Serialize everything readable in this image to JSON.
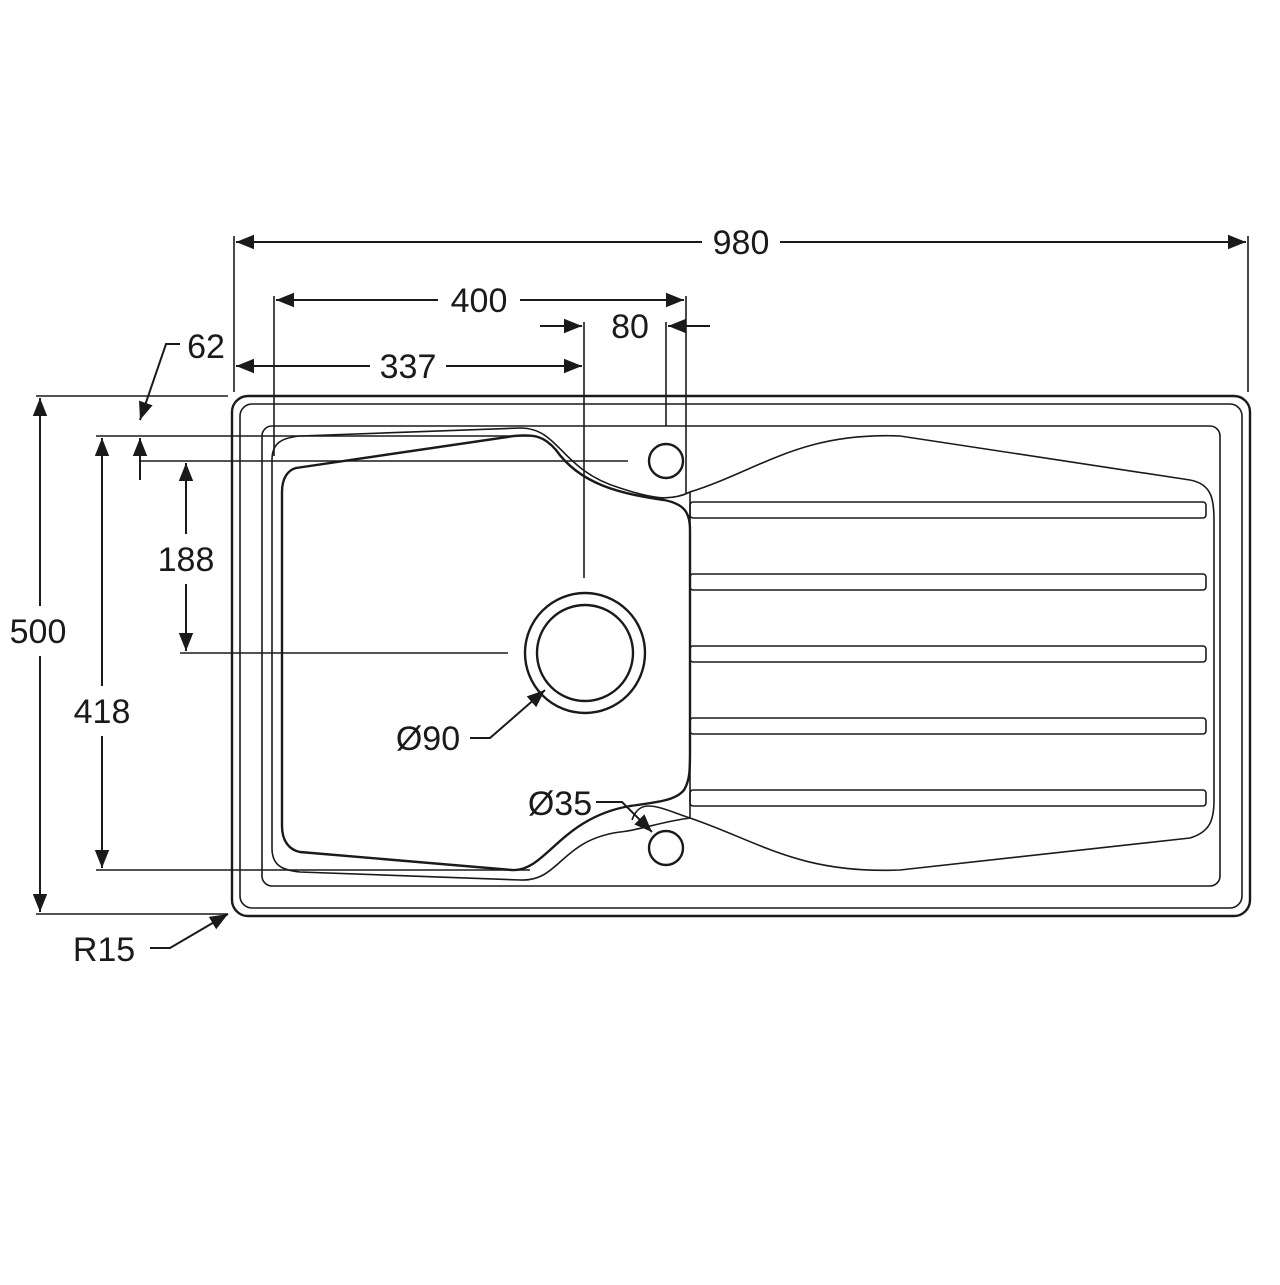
{
  "drawing": {
    "labels": {
      "overall_length": "980",
      "bowl_width": "400",
      "tap_hole_offset": "80",
      "edge_offset": "62",
      "bowl_to_waste": "337",
      "waste_depth": "188",
      "overall_width": "500",
      "bowl_length": "418",
      "waste_diameter": "Ø90",
      "tap_hole_diameter": "Ø35",
      "corner_radius": "R15"
    },
    "line_color": "#1a1a1a",
    "background": "#ffffff"
  }
}
